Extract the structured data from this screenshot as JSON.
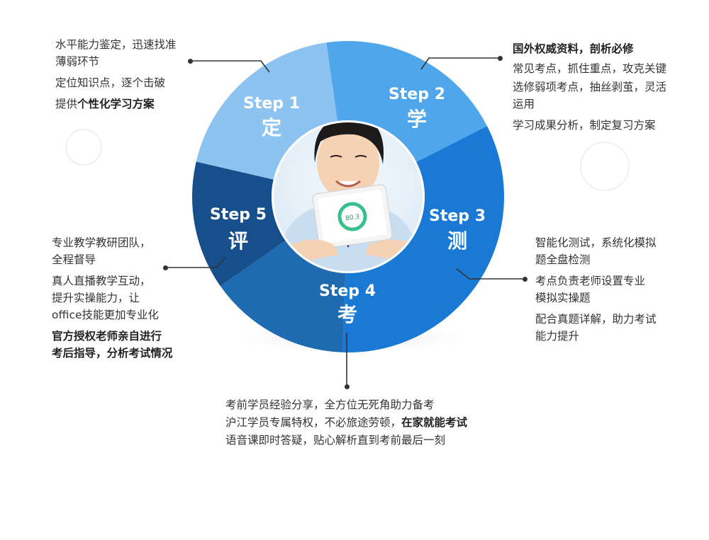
{
  "steps": [
    {
      "step": "Step 1",
      "name": "定",
      "color": "#8cc3f0"
    },
    {
      "step": "Step 2",
      "name": "学",
      "color": "#4fa6ea"
    },
    {
      "step": "Step 3",
      "name": "测",
      "color": "#1a79d4"
    },
    {
      "step": "Step 4",
      "name": "考",
      "color": "#1f6bb1"
    },
    {
      "step": "Step 5",
      "name": "评",
      "color": "#164f8c"
    }
  ],
  "panels": {
    "dingLines": [
      "水平能力鉴定，迅速找准",
      "薄弱环节",
      "定位知识点，逐个击破"
    ],
    "dingBoldPrefix": "提供",
    "dingBold": "个性化学习方案",
    "xueTitle": "国外权威资料，剖析必修",
    "xueLines": [
      "常见考点，抓住重点，攻克关键",
      "选修弱项考点，抽丝剥茧，灵活",
      "运用",
      "学习成果分析，制定复习方案"
    ],
    "ceLines": [
      "智能化测试，系统化模拟",
      "题全盘检测",
      "考点负责老师设置专业",
      "模拟实操题",
      "配合真题详解，助力考试",
      "能力提升"
    ],
    "pingLines": [
      "专业教学教研团队，",
      "全程督导",
      "真人直播教学互动，",
      "提升实操能力，让",
      "office技能更加专业化"
    ],
    "pingBold": [
      "官方授权老师亲自进行",
      "考后指导，分析考试情况"
    ],
    "kaoLines": [
      "考前学员经验分享，全方位无死角助力备考",
      "沪江学员专属特权，不必旅途劳顿，"
    ],
    "kaoBold": "在家就能考试",
    "kaoLast": "语音课即时答疑，贴心解析直到考前最后一刻"
  },
  "tablet": {
    "reading": "80.3"
  }
}
